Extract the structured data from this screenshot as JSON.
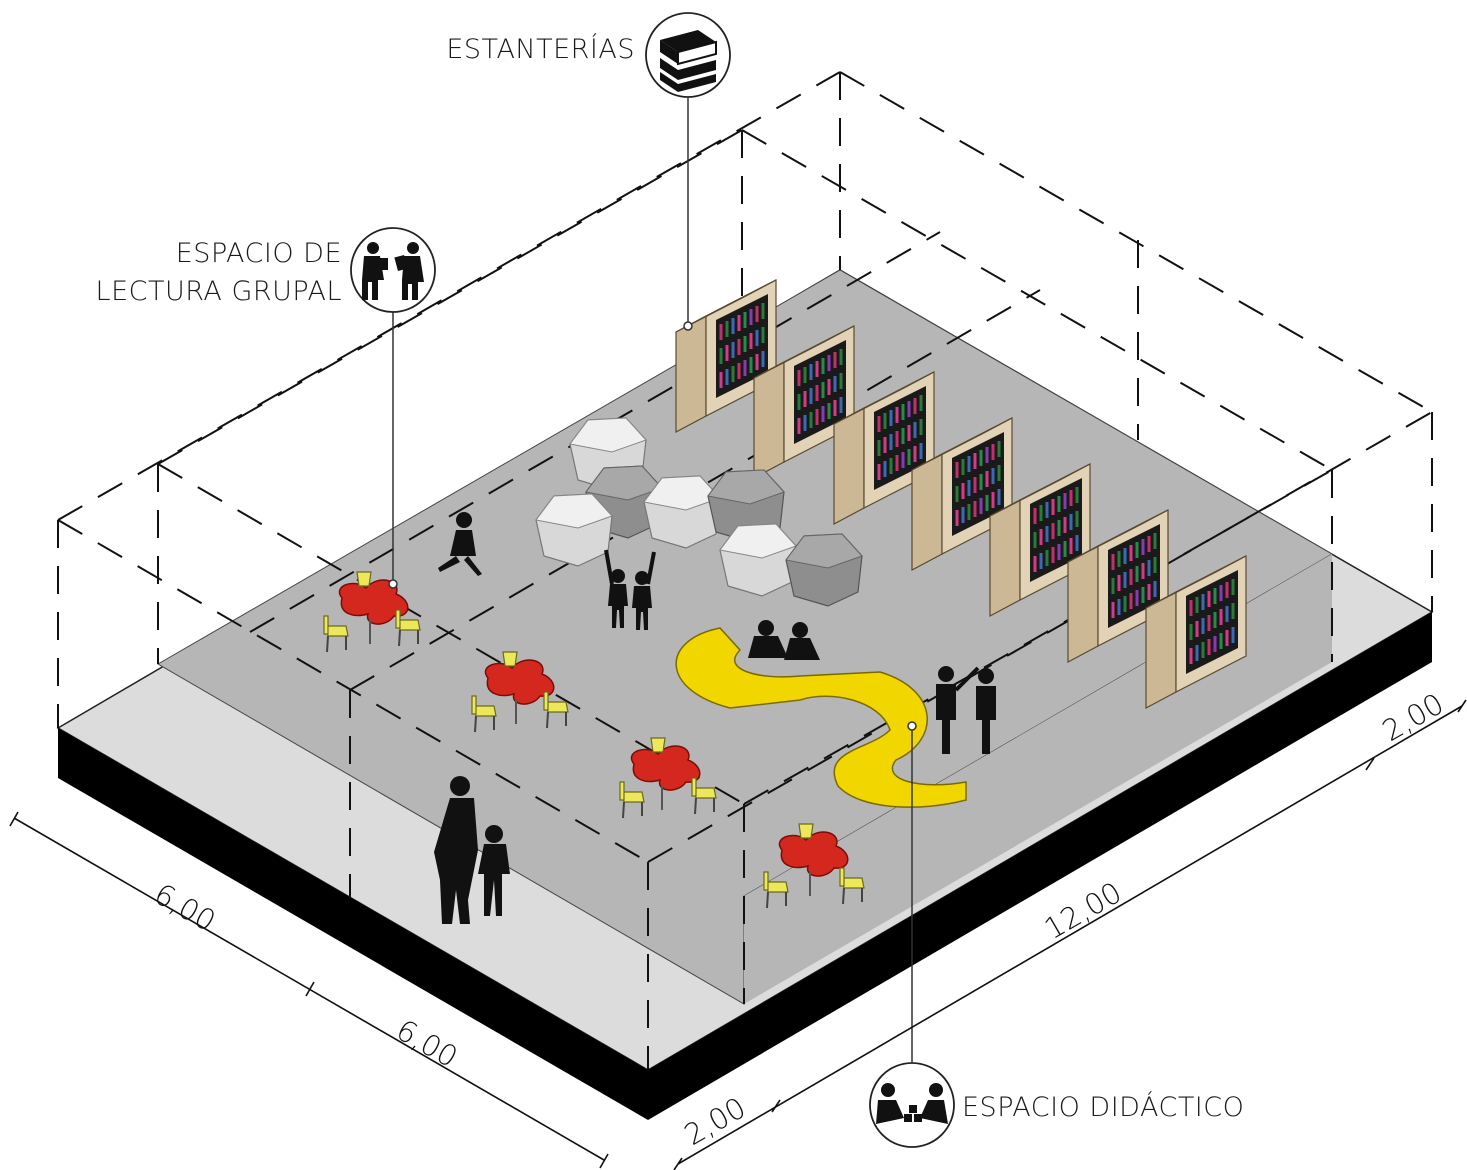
{
  "labels": {
    "estanterias": "ESTANTERÍAS",
    "lectura_line1": "ESPACIO DE",
    "lectura_line2": "LECTURA GRUPAL",
    "didactico": "ESPACIO DIDÁCTICO"
  },
  "dimensions": {
    "left_a": "6,00",
    "left_b": "6,00",
    "right_main": "12,00",
    "right_small_top": "2,00",
    "right_small_bottom": "2,00"
  },
  "icons": {
    "estanterias": "books-stack-icon",
    "lectura": "children-reading-icon",
    "didactico": "children-playing-blocks-icon"
  },
  "colors": {
    "floor_outer": "#dcdcdc",
    "floor_inner": "#b4b4b4",
    "base": "#000000",
    "tables": "#d4281e",
    "chairs": "#ece85a",
    "seating": "#f2d600",
    "shelves": "#d9c6a8",
    "poufs_light": "#d0d0d0",
    "poufs_dark": "#8a8a8a"
  }
}
